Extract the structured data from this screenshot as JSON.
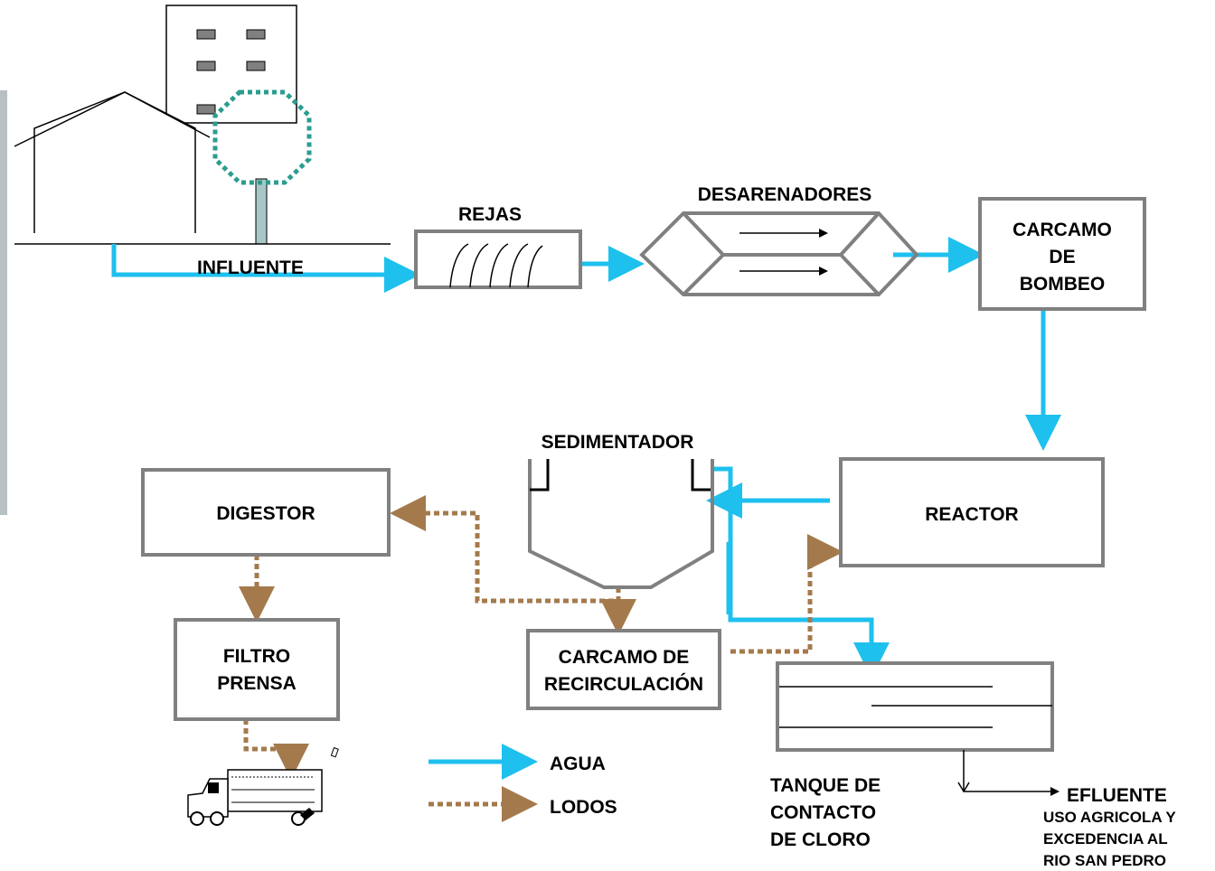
{
  "labels": {
    "influente": "INFLUENTE",
    "rejas": "REJAS",
    "desarenadores": "DESARENADORES",
    "carcamo_bombeo": [
      "CARCAMO",
      "DE",
      "BOMBEO"
    ],
    "sedimentador": "SEDIMENTADOR",
    "reactor": "REACTOR",
    "digestor": "DIGESTOR",
    "filtro_prensa": [
      "FILTRO",
      "PRENSA"
    ],
    "carcamo_recirculacion": [
      "CARCAMO DE",
      "RECIRCULACIÓN"
    ],
    "tanque_cloro": [
      "TANQUE DE",
      "CONTACTO",
      "DE CLORO"
    ],
    "efluente": "EFLUENTE",
    "efluente_destino": [
      "USO AGRICOLA Y",
      "EXCEDENCIA AL",
      "RIO SAN PEDRO"
    ]
  },
  "legend": {
    "agua": "AGUA",
    "lodos": "LODOS"
  },
  "colors": {
    "water": "#1ec0ee",
    "sludge": "#a47a4c",
    "box_stroke": "#808080",
    "tree_dots": "#2a9d8f"
  }
}
